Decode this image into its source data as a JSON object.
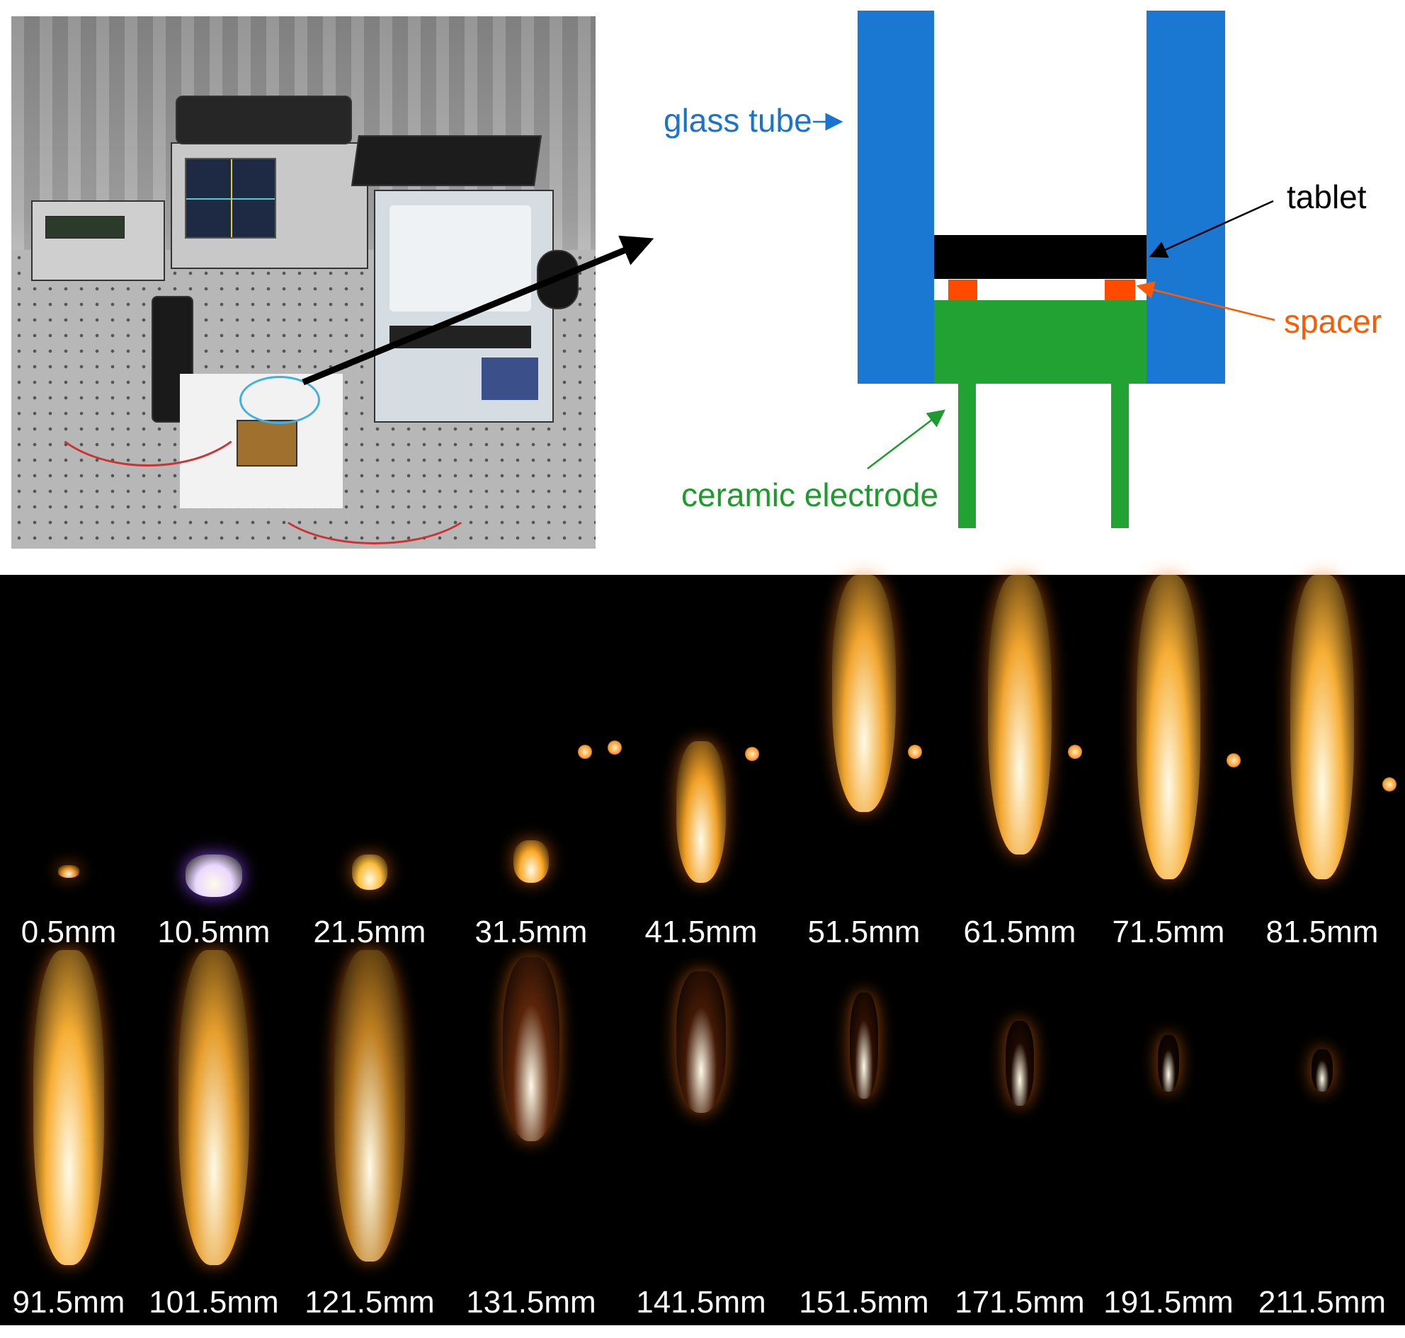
{
  "labels": {
    "glass_tube": "glass tube",
    "tablet": "tablet",
    "spacer": "spacer",
    "ceramic_electrode": "ceramic electrode"
  },
  "colors": {
    "glass": "#1a78d2",
    "tablet": "#000000",
    "spacer": "#ff4a00",
    "electrode": "#22a232",
    "label_glass": "#1874cd",
    "label_spacer": "#ff5a00",
    "label_electrode": "#1e9a2e"
  },
  "row1": {
    "captions": [
      "0.5mm",
      "10.5mm",
      "21.5mm",
      "31.5mm",
      "41.5mm",
      "51.5mm",
      "61.5mm",
      "71.5mm",
      "81.5mm"
    ]
  },
  "row2": {
    "captions": [
      "91.5mm",
      "101.5mm",
      "121.5mm",
      "131.5mm",
      "141.5mm",
      "151.5mm",
      "171.5mm",
      "191.5mm",
      "211.5mm"
    ]
  }
}
